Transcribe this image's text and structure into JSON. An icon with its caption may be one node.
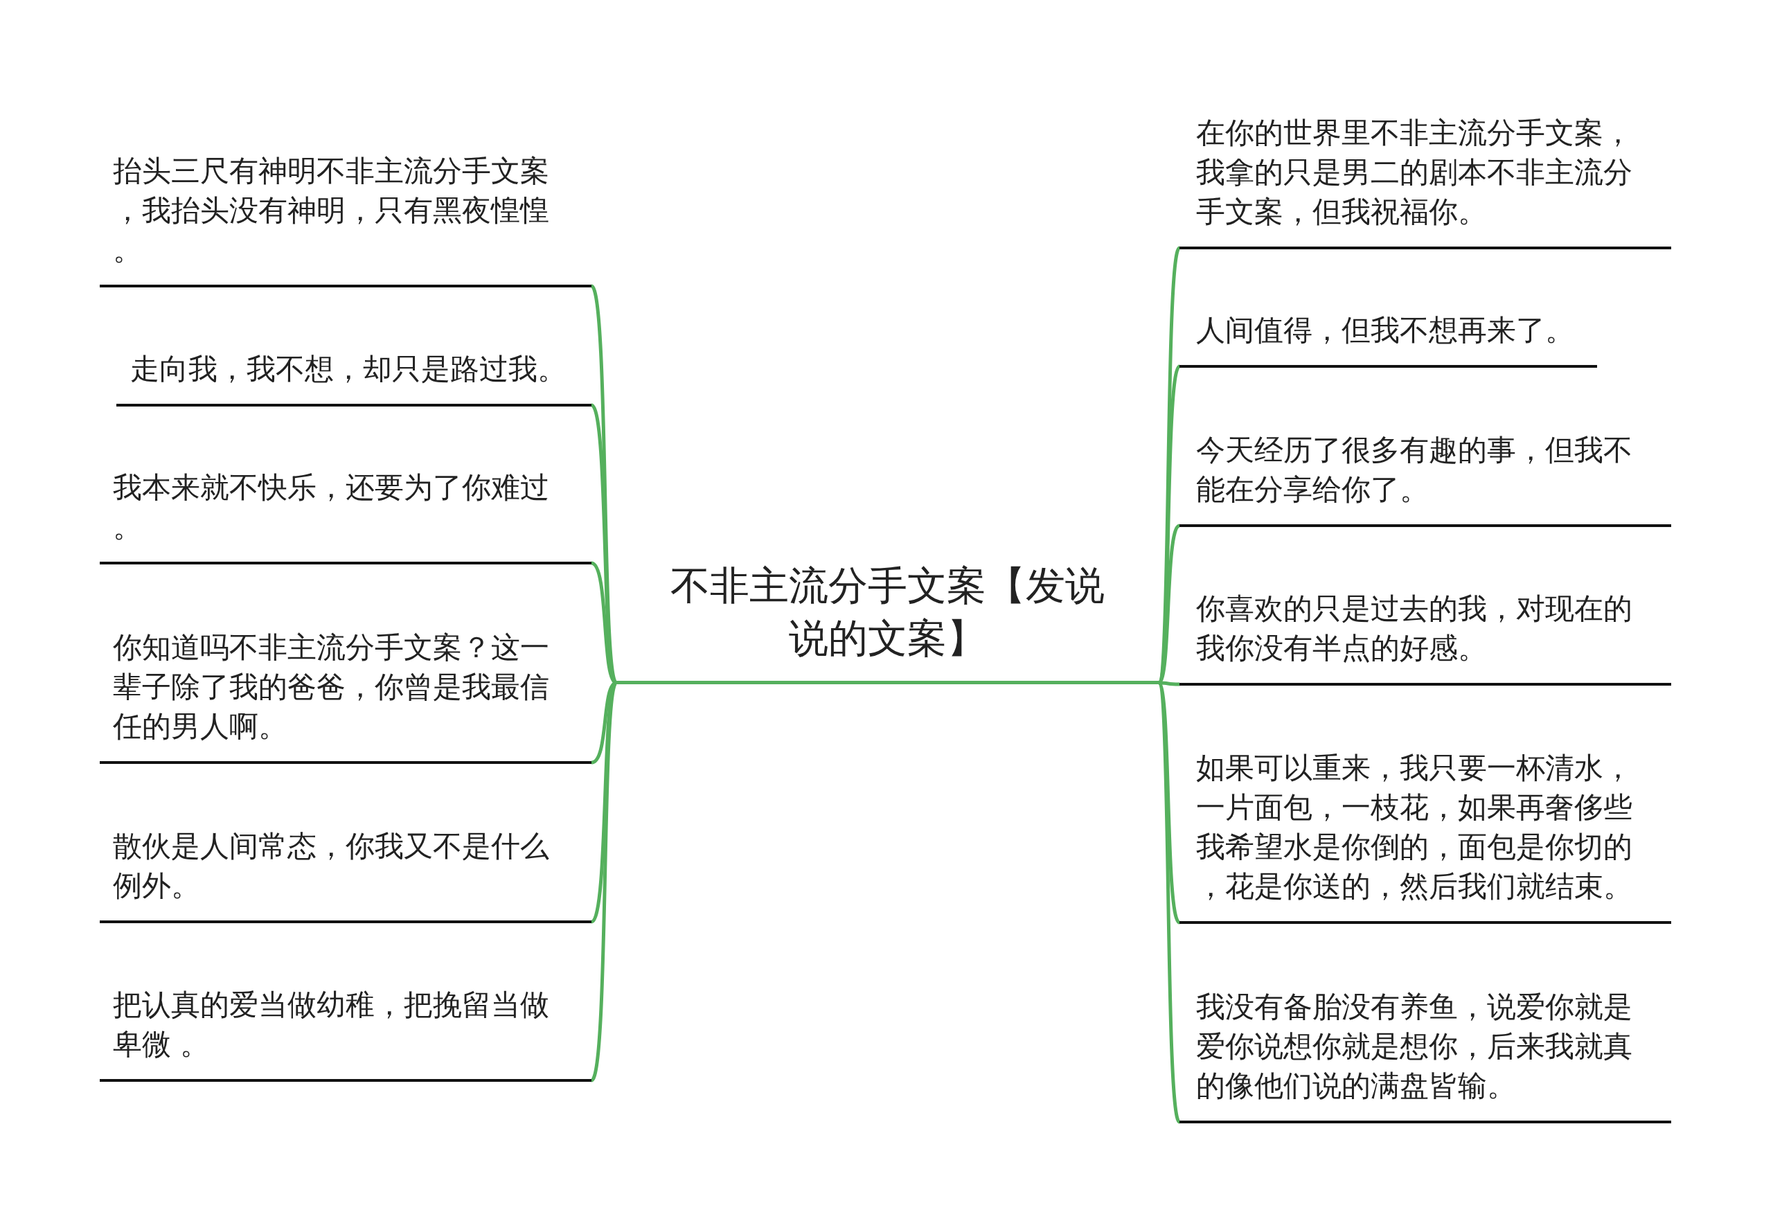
{
  "diagram": {
    "nodes": [
      {
        "text": [
          "不非主流分手文案【发说说的文案】"
        ]
      },
      {
        "text": [
          "抬头三尺有神明不非主流分手文案，我抬头没有神明，只有黑夜惶惶。"
        ]
      },
      {
        "text": [
          "走向我，我不想，却只是路过我。"
        ]
      },
      {
        "text": [
          "我本来就不快乐，还要为了你难过。"
        ]
      },
      {
        "text": [
          "你知道吗不非主流分手文案？这一辈子除了我的爸爸，你曾是我最信任的男人啊。"
        ]
      },
      {
        "text": [
          "散伙是人间常态，你我又不是什么例外。"
        ]
      },
      {
        "text": [
          "把认真的爱当做幼稚，把挽留当做卑微 。"
        ]
      },
      {
        "text": [
          "在你的世界里不非主流分手文案，我拿的只是男二的剧本不非主流分手文案，但我祝福你。"
        ]
      },
      {
        "text": [
          "人间值得，但我不想再来了。"
        ]
      },
      {
        "text": [
          "今天经历了很多有趣的事，但我不能在分享给你了。"
        ]
      },
      {
        "text": [
          "你喜欢的只是过去的我，对现在的我你没有半点的好感。"
        ]
      },
      {
        "text": [
          "如果可以重来，我只要一杯清水，一片面包，一枝花，如果再奢侈些我希望水是你倒的，面包是你切的，花是你送的，然后我们就结束。"
        ]
      },
      {
        "text": [
          "我没有备胎没有养鱼，说爱你就是爱你说想你就是想你，后来我就真的像他们说的满盘皆输。"
        ]
      }
    ],
    "edges": [
      {
        "from": 0,
        "to": 1,
        "arrow": "none"
      },
      {
        "from": 0,
        "to": 2,
        "arrow": "none"
      },
      {
        "from": 0,
        "to": 3,
        "arrow": "none"
      },
      {
        "from": 0,
        "to": 4,
        "arrow": "none"
      },
      {
        "from": 0,
        "to": 5,
        "arrow": "none"
      },
      {
        "from": 0,
        "to": 6,
        "arrow": "none"
      },
      {
        "from": 0,
        "to": 7,
        "arrow": "none"
      },
      {
        "from": 0,
        "to": 8,
        "arrow": "none"
      },
      {
        "from": 0,
        "to": 9,
        "arrow": "none"
      },
      {
        "from": 0,
        "to": 10,
        "arrow": "none"
      },
      {
        "from": 0,
        "to": 11,
        "arrow": "none"
      },
      {
        "from": 0,
        "to": 12,
        "arrow": "none"
      }
    ]
  }
}
